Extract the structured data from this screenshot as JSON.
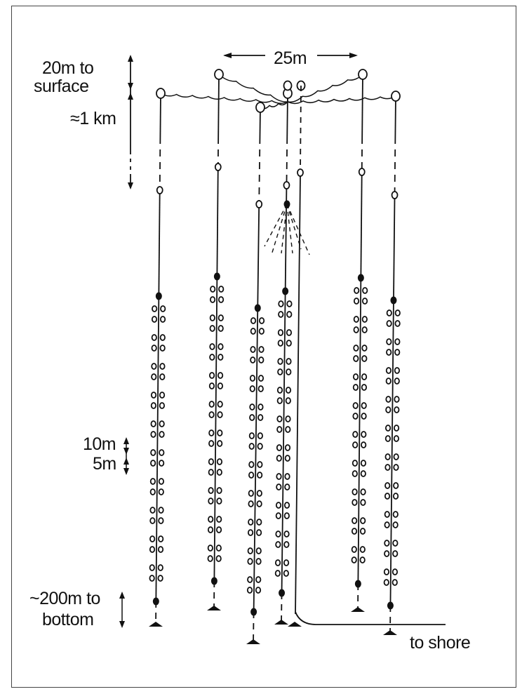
{
  "labels": {
    "width": "25m",
    "surface_line1": "20m to",
    "surface_line2": "surface",
    "depth": "≈1 km",
    "spacing_10": "10m",
    "spacing_5": "5m",
    "bottom_line1": "~200m to",
    "bottom_line2": "bottom",
    "shore": "to shore"
  },
  "colors": {
    "ink": "#111111",
    "paper": "#ffffff"
  }
}
